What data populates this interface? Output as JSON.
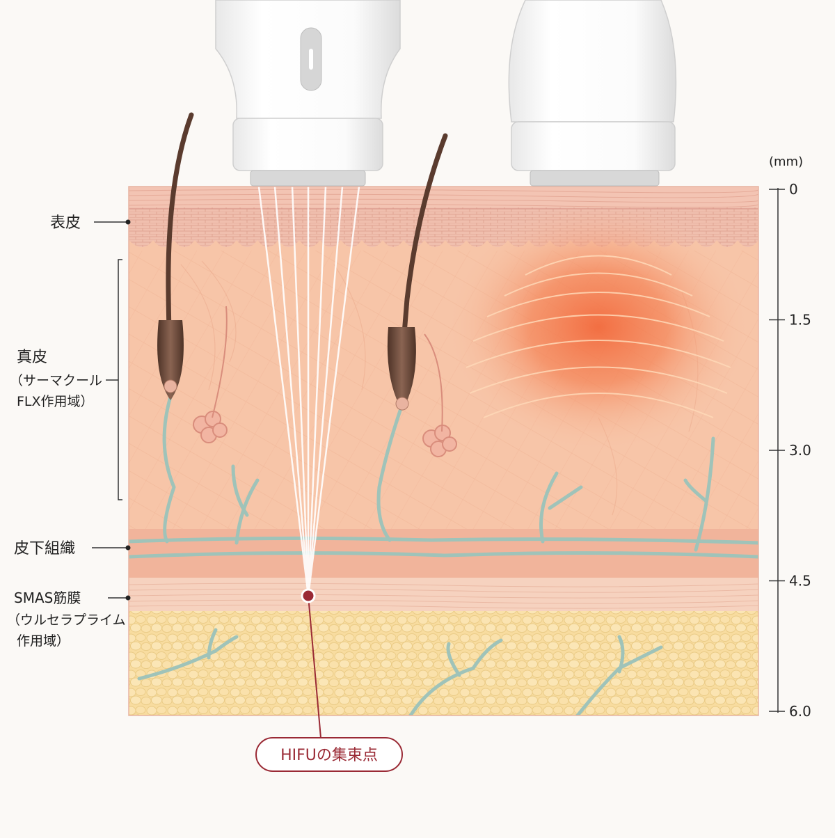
{
  "layers": {
    "epidermis": "表皮",
    "dermis": "真皮",
    "dermis_note_line1": "（サーマクール",
    "dermis_note_line2": "FLX作用域）",
    "subcutaneous": "皮下組織",
    "smas": "SMAS筋膜",
    "smas_note_line1": "（ウルセラプライム",
    "smas_note_line2": "作用域）"
  },
  "depth_scale": {
    "unit": "(mm)",
    "ticks": [
      "0",
      "1.5",
      "3.0",
      "4.5",
      "6.0"
    ]
  },
  "callout": {
    "focal_point": "HIFUの集束点"
  },
  "colors": {
    "epidermis": "#eeb7a5",
    "dermis": "#f7c5a8",
    "subcutaneous": "#f1b49b",
    "smas": "#f6d2bf",
    "fat": "#f8dc9f",
    "vessels": "#9fc3b9",
    "hair": "#6b4a3a",
    "heat": "#f26a3d",
    "focal_point": "#9a2a35"
  }
}
